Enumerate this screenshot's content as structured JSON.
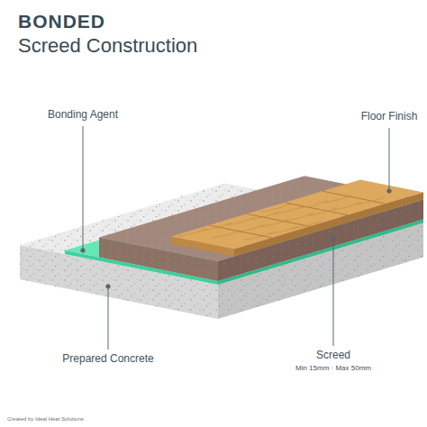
{
  "diagram": {
    "title": "BONDED",
    "labels": [
      "Screed Construction",
      "Bonding Agent",
      "Floor Finish",
      "Prepared Concrete",
      "Screed",
      "Min 15mm · Max 50mm",
      "Created by Ideal Heat Solutions"
    ]
  }
}
